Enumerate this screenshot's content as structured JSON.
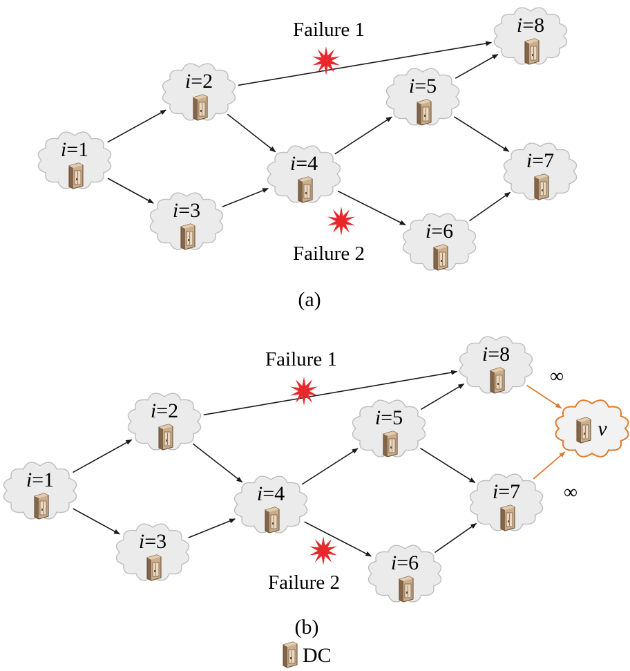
{
  "colors": {
    "cloud_fill": "#ebebeb",
    "cloud_stroke": "#bdbdbd",
    "sink_stroke": "#e07a2a",
    "sink_fill": "#f2f2f2",
    "edge": "#1a1a1a",
    "sink_edge": "#e07a2a",
    "failure": "#e8282b",
    "server_body": "#c9ad8c",
    "server_front": "#ead9c2",
    "server_dark": "#6b4e33"
  },
  "icons": {
    "node": "server-icon",
    "failure": "failure-star-icon"
  },
  "node_prefix": "i",
  "node_eq": "=",
  "panels": [
    {
      "id": "a",
      "caption": "(a)",
      "nodes": [
        {
          "id": "1",
          "label": "1"
        },
        {
          "id": "2",
          "label": "2"
        },
        {
          "id": "3",
          "label": "3"
        },
        {
          "id": "4",
          "label": "4"
        },
        {
          "id": "5",
          "label": "5"
        },
        {
          "id": "6",
          "label": "6"
        },
        {
          "id": "7",
          "label": "7"
        },
        {
          "id": "8",
          "label": "8"
        }
      ],
      "edges": [
        {
          "from": "1",
          "to": "2"
        },
        {
          "from": "1",
          "to": "3"
        },
        {
          "from": "2",
          "to": "4"
        },
        {
          "from": "3",
          "to": "4"
        },
        {
          "from": "4",
          "to": "5"
        },
        {
          "from": "4",
          "to": "6",
          "failure": "Failure 2"
        },
        {
          "from": "5",
          "to": "7"
        },
        {
          "from": "5",
          "to": "8"
        },
        {
          "from": "6",
          "to": "7"
        },
        {
          "from": "2",
          "to": "8",
          "failure": "Failure 1"
        }
      ]
    },
    {
      "id": "b",
      "caption": "(b)",
      "nodes": [
        {
          "id": "1",
          "label": "1"
        },
        {
          "id": "2",
          "label": "2"
        },
        {
          "id": "3",
          "label": "3"
        },
        {
          "id": "4",
          "label": "4"
        },
        {
          "id": "5",
          "label": "5"
        },
        {
          "id": "6",
          "label": "6"
        },
        {
          "id": "7",
          "label": "7"
        },
        {
          "id": "8",
          "label": "8"
        },
        {
          "id": "v",
          "label": "v",
          "sink": true
        }
      ],
      "edges": [
        {
          "from": "1",
          "to": "2"
        },
        {
          "from": "1",
          "to": "3"
        },
        {
          "from": "2",
          "to": "4"
        },
        {
          "from": "3",
          "to": "4"
        },
        {
          "from": "4",
          "to": "5"
        },
        {
          "from": "4",
          "to": "6",
          "failure": "Failure 2"
        },
        {
          "from": "5",
          "to": "7"
        },
        {
          "from": "5",
          "to": "8"
        },
        {
          "from": "6",
          "to": "7"
        },
        {
          "from": "2",
          "to": "8",
          "failure": "Failure 1"
        },
        {
          "from": "8",
          "to": "v",
          "sink": true,
          "label": "∞"
        },
        {
          "from": "7",
          "to": "v",
          "sink": true,
          "label": "∞"
        }
      ]
    }
  ],
  "legend": {
    "label": "DC"
  }
}
